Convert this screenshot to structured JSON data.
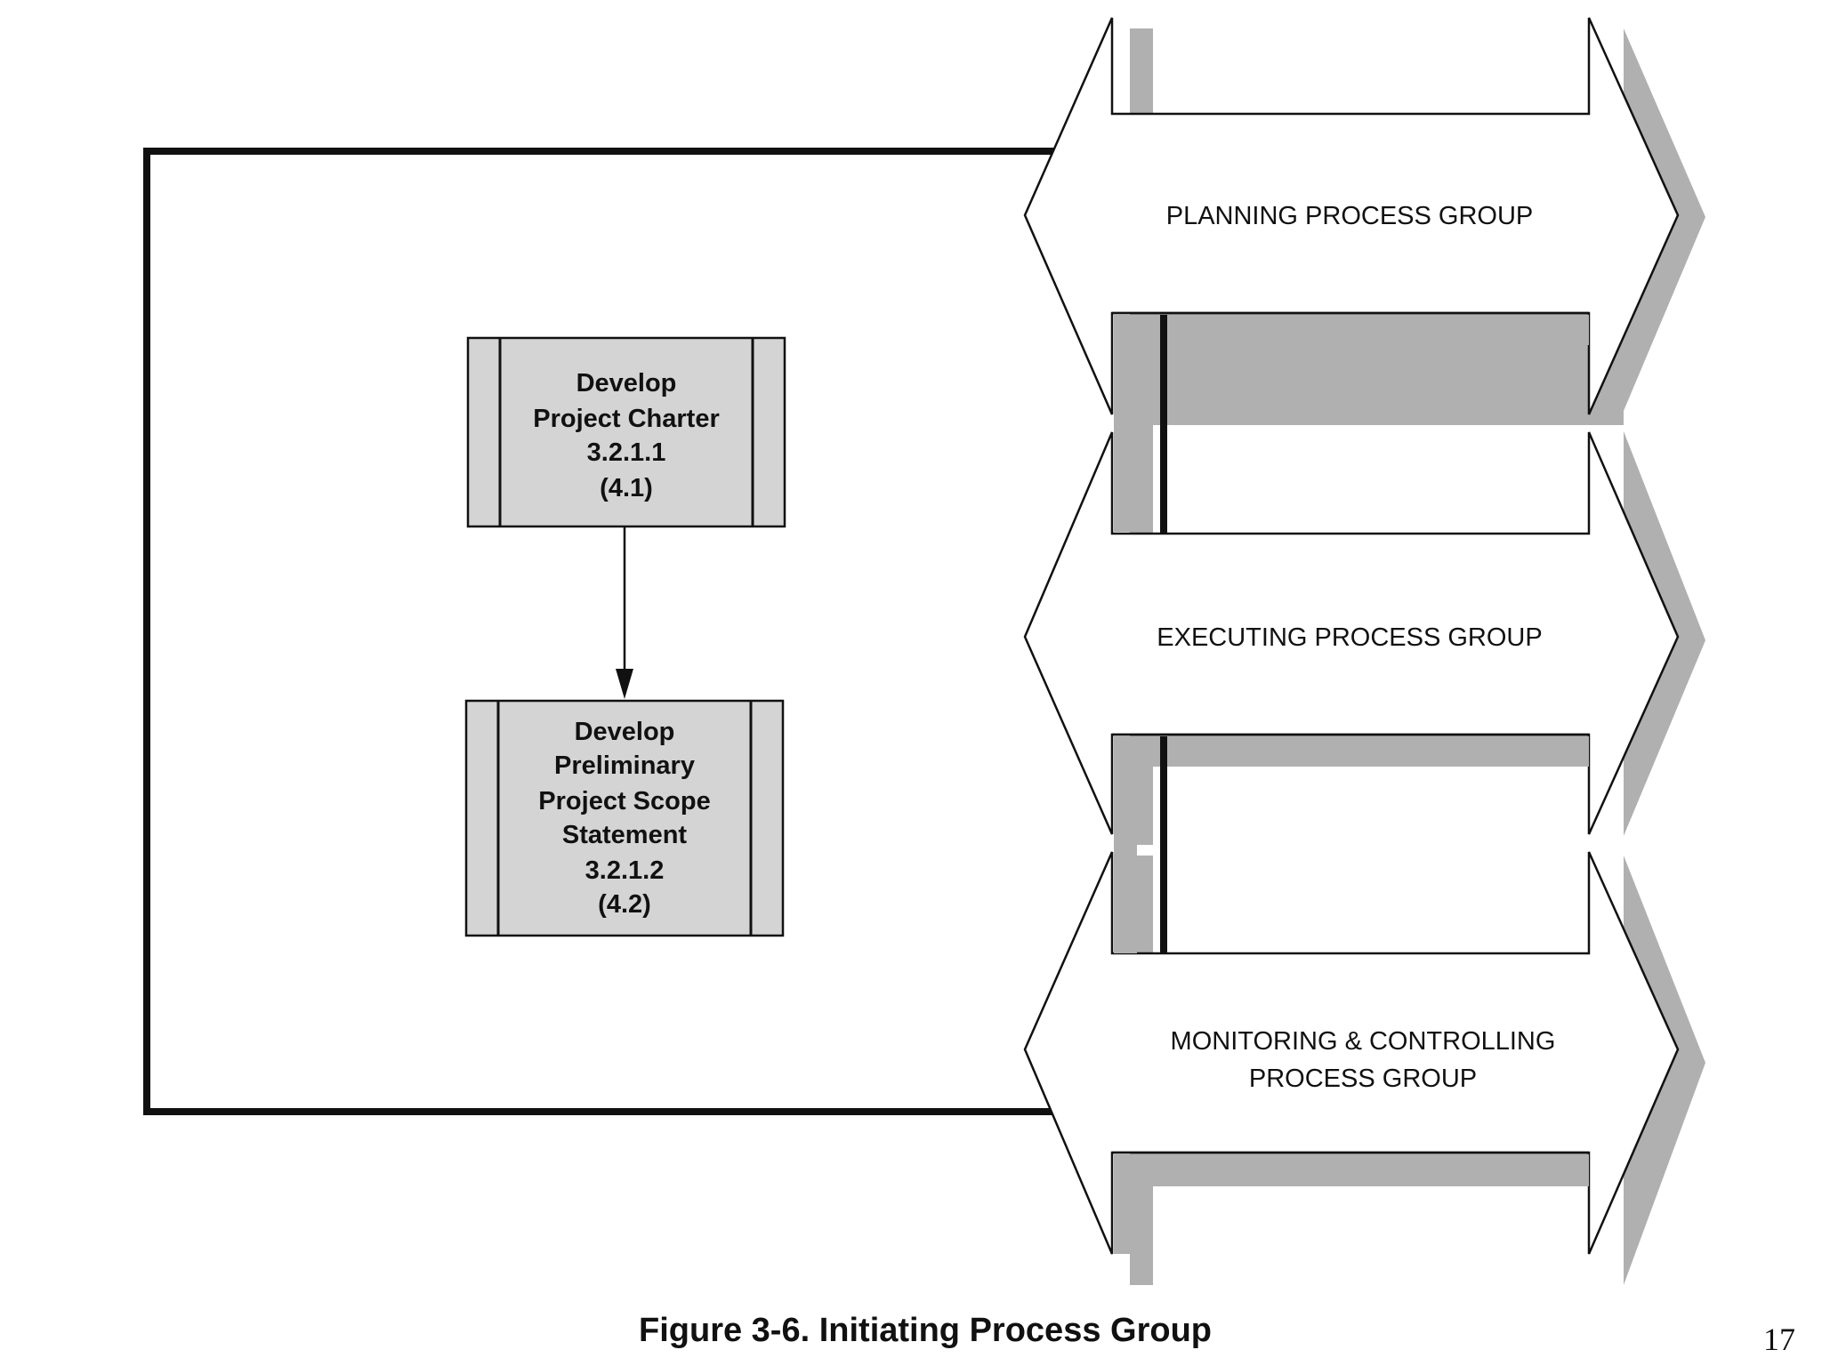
{
  "process_boxes": [
    {
      "lines": [
        "Develop",
        "Project Charter",
        "3.2.1.1",
        "(4.1)"
      ]
    },
    {
      "lines": [
        "Develop",
        "Preliminary",
        "Project Scope",
        "Statement",
        "3.2.1.2",
        "(4.2)"
      ]
    }
  ],
  "process_groups": [
    {
      "lines": [
        "PLANNING PROCESS GROUP"
      ]
    },
    {
      "lines": [
        "EXECUTING PROCESS GROUP"
      ]
    },
    {
      "lines": [
        "MONITORING & CONTROLLING",
        "PROCESS GROUP"
      ]
    }
  ],
  "caption": "Figure 3-6. Initiating Process Group",
  "page_number": "17",
  "colors": {
    "box_fill": "#d4d4d4",
    "shadow": "#b0b0b0",
    "stroke": "#111111",
    "background": "#ffffff"
  }
}
